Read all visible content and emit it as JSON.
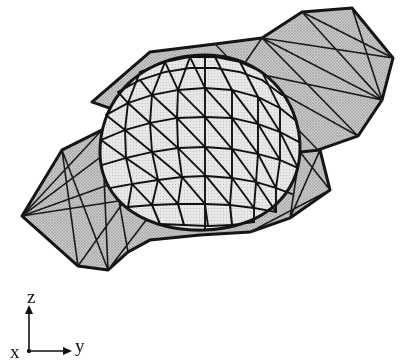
{
  "axes": {
    "z_label": "z",
    "y_label": "y",
    "x_label": "x"
  },
  "colors": {
    "ink": "#151515",
    "panel_fill": "#b9b9b9",
    "mesh_fill": "#e4e4e4",
    "background": "#ffffff"
  }
}
